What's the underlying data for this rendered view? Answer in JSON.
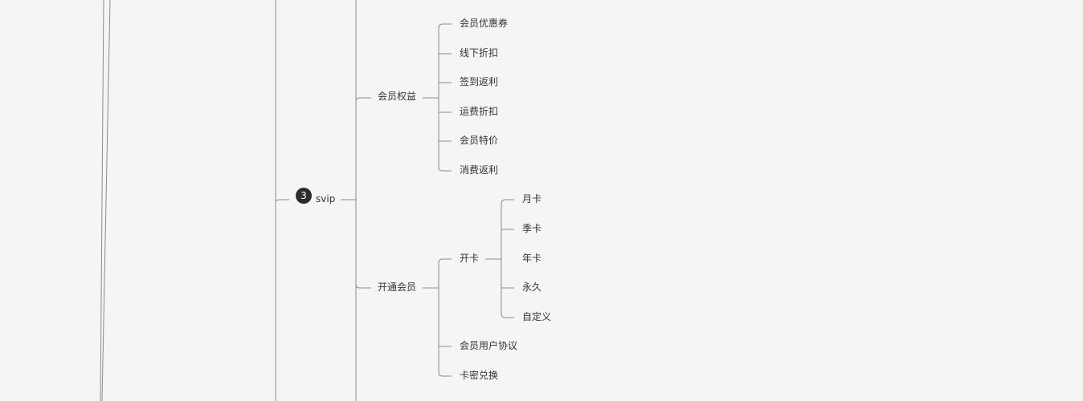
{
  "mindmap": {
    "root": {
      "badge": "3",
      "label": "svip",
      "children": [
        {
          "label": "会员权益",
          "children": [
            {
              "label": "会员优惠券"
            },
            {
              "label": "线下折扣"
            },
            {
              "label": "签到返利"
            },
            {
              "label": "运费折扣"
            },
            {
              "label": "会员特价"
            },
            {
              "label": "消费返利"
            }
          ]
        },
        {
          "label": "开通会员",
          "children": [
            {
              "label": "开卡",
              "children": [
                {
                  "label": "月卡"
                },
                {
                  "label": "季卡"
                },
                {
                  "label": "年卡"
                },
                {
                  "label": "永久"
                },
                {
                  "label": "自定义"
                }
              ]
            },
            {
              "label": "会员用户协议"
            },
            {
              "label": "卡密兑换"
            }
          ]
        }
      ]
    }
  },
  "colors": {
    "background": "#f5f5f5",
    "line": "#8a8a8a",
    "text": "#333333",
    "badge_fill": "#2c2c2c",
    "badge_text": "#ffffff"
  }
}
